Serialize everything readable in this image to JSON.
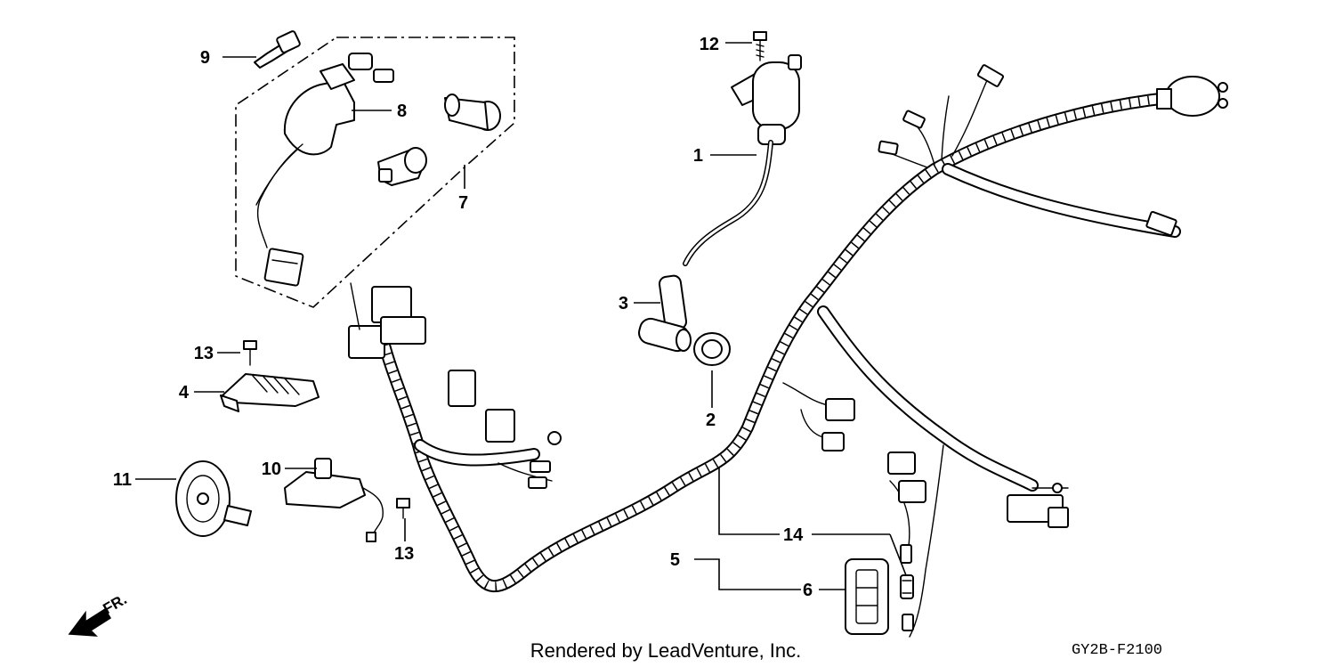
{
  "callouts": {
    "c1": "1",
    "c2": "2",
    "c3": "3",
    "c4": "4",
    "c5": "5",
    "c6": "6",
    "c7": "7",
    "c8": "8",
    "c9": "9",
    "c10": "10",
    "c11": "11",
    "c12": "12",
    "c13a": "13",
    "c13b": "13",
    "c14": "14"
  },
  "direction": {
    "label": "FR.",
    "icon": "front-direction-arrow-icon"
  },
  "footer": {
    "credit": "Rendered by LeadVenture, Inc.",
    "code": "GY2B-F2100"
  },
  "colors": {
    "ink": "#000000",
    "paper": "#ffffff"
  }
}
